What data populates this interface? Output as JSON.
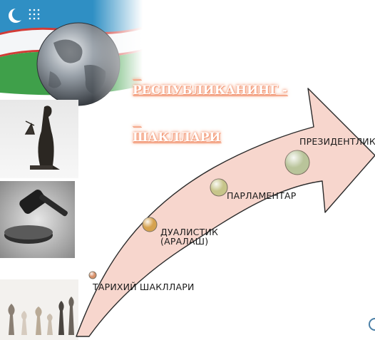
{
  "title": {
    "line1": "РЕСПУБЛИКАНИНГ -",
    "line2": "ШАКЛЛАРИ"
  },
  "stages": [
    {
      "label_line1": "ТАРИХИЙ ШАКЛЛАРИ",
      "label_line2": "",
      "color": "#d9916b"
    },
    {
      "label_line1": "ДУАЛИСТИК",
      "label_line2": "(АРАЛАШ)",
      "color": "#d6a24e"
    },
    {
      "label_line1": "ПАРЛАМЕНТАР",
      "label_line2": "",
      "color": "#c7c58a"
    },
    {
      "label_line1": "ПРЕЗИДЕНТЛИК",
      "label_line2": "",
      "color": "#b9c49a"
    }
  ],
  "colors": {
    "arrow_fill": "#f7d6cd",
    "arrow_stroke": "#2a2a2a",
    "title_glow": "#f08a63",
    "flag_blue": "#2f8fc4",
    "flag_green": "#3fa04a"
  },
  "icons": [
    "globe-icon",
    "justice-statue-icon",
    "gavel-icon",
    "chess-pieces-icon",
    "uzbek-flag-icon"
  ]
}
